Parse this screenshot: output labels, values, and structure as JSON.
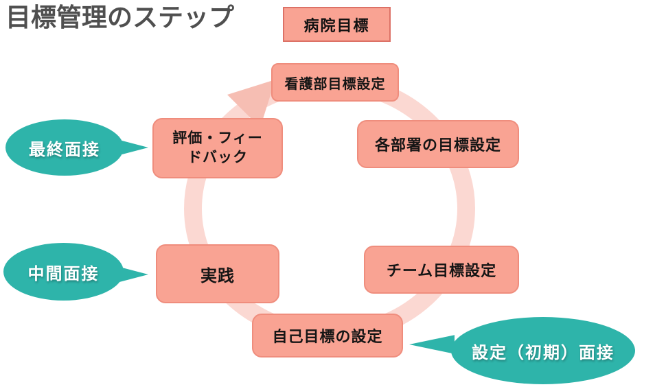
{
  "title": "目標管理のステップ",
  "colors": {
    "title_color": "#4f4f4f",
    "box_fill": "#f9a393",
    "box_border": "#ef8d7d",
    "hospital_border": "#dc7166",
    "ring": "#fbd8d2",
    "arrow": "#f6beb3",
    "teal": "#2eb4aa"
  },
  "hospital_box": {
    "label": "病院目標"
  },
  "steps": [
    {
      "label": "看護部目標設定"
    },
    {
      "label": "各部署の目標設定"
    },
    {
      "label": "チーム目標設定"
    },
    {
      "label": "自己目標の設定"
    },
    {
      "label": "実践"
    },
    {
      "label": "評価・フィー\nドバック"
    }
  ],
  "callouts": [
    {
      "label": "最終面接"
    },
    {
      "label": "中間面接"
    },
    {
      "label": "設定（初期）面接"
    }
  ]
}
